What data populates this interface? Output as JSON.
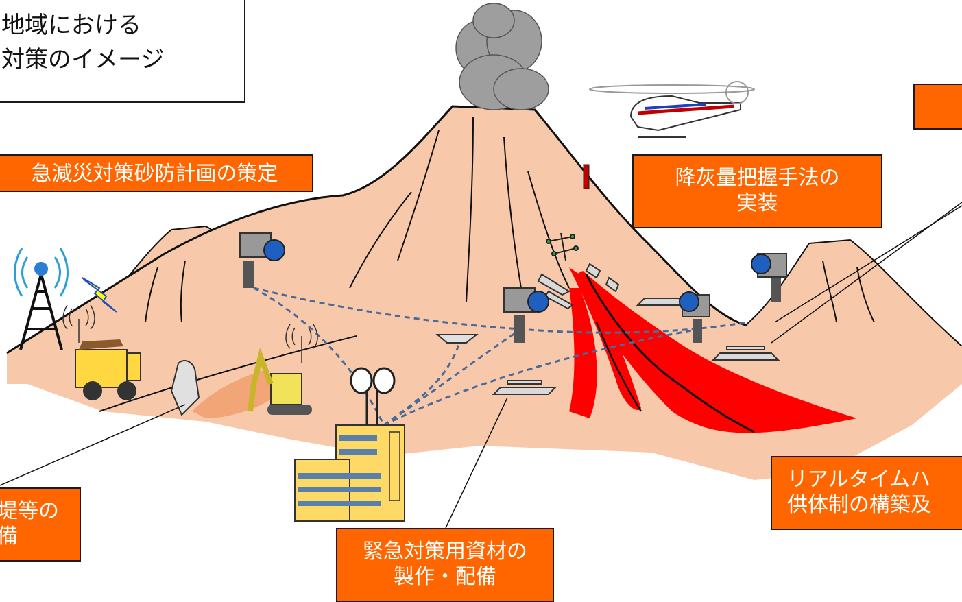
{
  "title": {
    "line1": "地域における",
    "line2": "対策のイメージ"
  },
  "labels": {
    "sabo_plan": "急減災対策砂防計画の策定",
    "ashfall": {
      "line1": "降灰量把握手法の",
      "line2": "実装"
    },
    "embankment": {
      "line1": "堤等の",
      "line2": "備"
    },
    "materials": {
      "line1": "緊急対策用資材の",
      "line2": "製作・配備"
    },
    "realtime": {
      "line1": "リアルタイムハ",
      "line2": "供体制の構築及"
    },
    "top_right": ""
  },
  "colors": {
    "accent": "#ff6600",
    "ground": "#f7c9aa",
    "lava": "#ff0000",
    "smoke": "#9e9e9e",
    "network": "#4a6a9a",
    "building": "#ffd966"
  }
}
